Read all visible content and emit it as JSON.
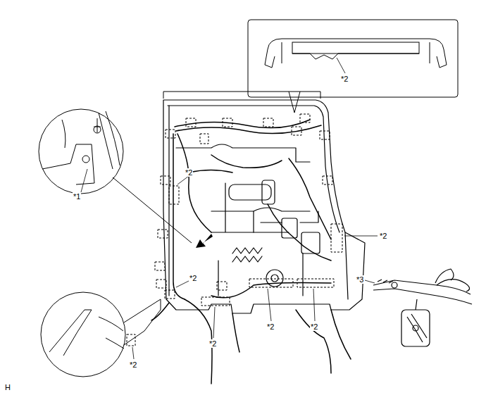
{
  "diagram": {
    "labels": [
      "*2",
      "*2",
      "*1",
      "*2",
      "*3",
      "*2",
      "*2",
      "*2",
      "*2",
      "*2",
      "H"
    ]
  }
}
